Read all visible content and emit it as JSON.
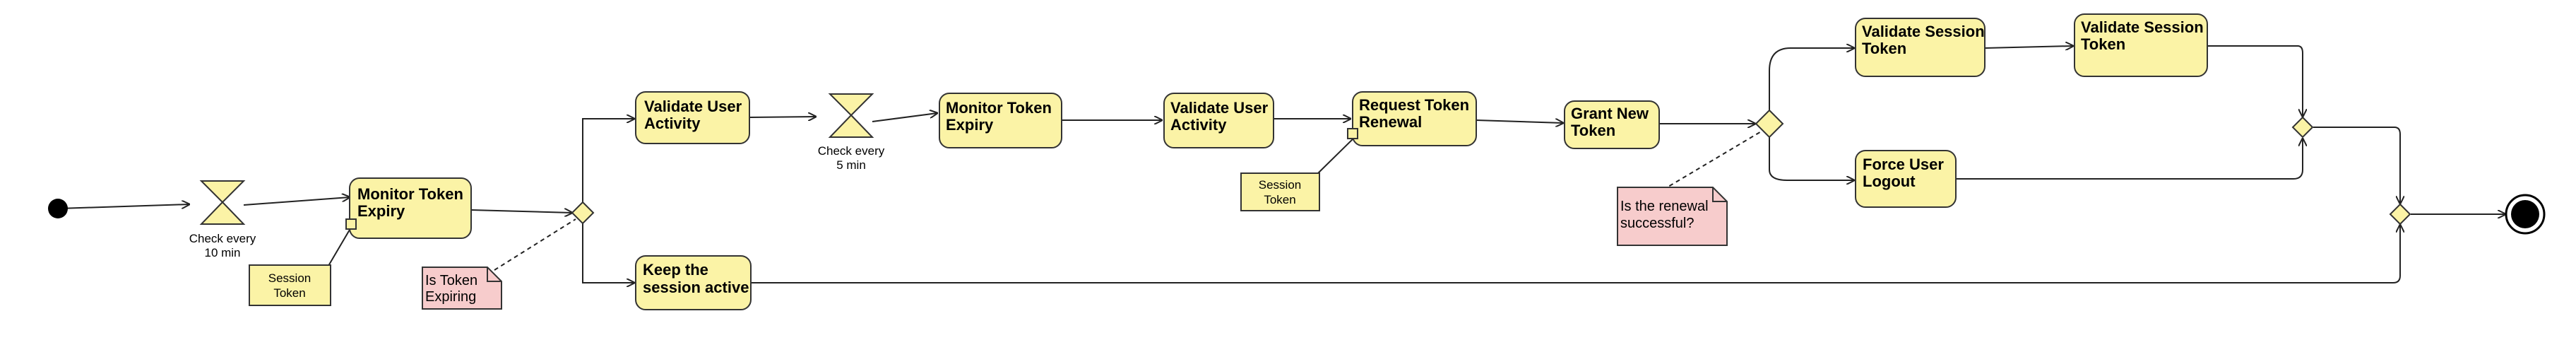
{
  "diagram": {
    "activities": {
      "monitor_token_expiry_1": [
        "Monitor Token",
        "Expiry"
      ],
      "validate_user_activity_1": [
        "Validate User",
        "Activity"
      ],
      "keep_session_active": [
        "Keep the",
        "session active"
      ],
      "monitor_token_expiry_2": [
        "Monitor Token",
        "Expiry"
      ],
      "validate_user_activity_2": [
        "Validate User",
        "Activity"
      ],
      "request_token_renewal": [
        "Request Token",
        "Renewal"
      ],
      "grant_new_token": [
        "Grant New",
        "Token"
      ],
      "validate_session_token_1": [
        "Validate Session",
        "Token"
      ],
      "validate_session_token_2": [
        "Validate Session",
        "Token"
      ],
      "force_user_logout": [
        "Force User",
        "Logout"
      ]
    },
    "timers": {
      "timer_1": [
        "Check every",
        "10 min"
      ],
      "timer_2": [
        "Check every",
        "5 min"
      ]
    },
    "objects": {
      "session_token_1": [
        "Session",
        "Token"
      ],
      "session_token_2": [
        "Session",
        "Token"
      ]
    },
    "notes": {
      "note_token_expiring": [
        "Is Token",
        "Expiring"
      ],
      "note_renewal_successful": [
        "Is the renewal",
        "successful?"
      ]
    },
    "colors": {
      "activity_fill": "#fbf3a6",
      "activity_stroke": "#333333",
      "note_fill": "#f7cccc",
      "line": "#222222"
    }
  }
}
